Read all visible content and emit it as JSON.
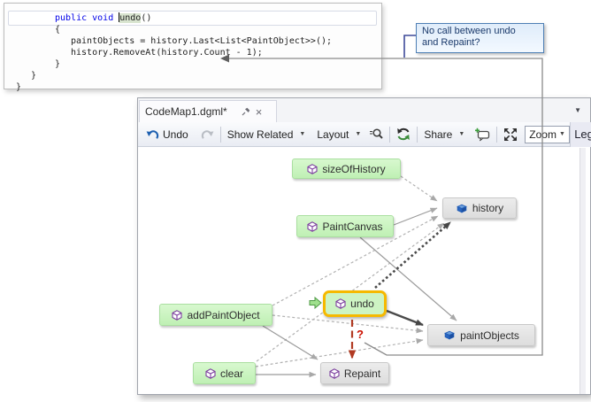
{
  "code_window": {
    "line1_keyword": "public void ",
    "line1_name": "undo",
    "line1_suffix": "()",
    "line2": "{",
    "line3": "paintObjects = history.Last<List<PaintObject>>();",
    "line4": "history.RemoveAt(history.Count - 1);",
    "line5": "}",
    "line6": "}",
    "line7": "}"
  },
  "callout": {
    "lines": [
      "No call between undo",
      "and Repaint?"
    ]
  },
  "map_window": {
    "tab_title": "CodeMap1.dgml*",
    "toolbar": {
      "undo_label": "Undo",
      "show_related_label": "Show Related",
      "layout_label": "Layout",
      "share_label": "Share",
      "zoom_label": "Zoom",
      "legend_label": "Legend"
    },
    "annotation_question_mark": "?",
    "nodes": [
      {
        "id": "sizeOfHistory",
        "label": "sizeOfHistory",
        "kind": "method",
        "style": "green"
      },
      {
        "id": "history",
        "label": "history",
        "kind": "field",
        "style": "gray"
      },
      {
        "id": "PaintCanvas",
        "label": "PaintCanvas",
        "kind": "method",
        "style": "green"
      },
      {
        "id": "undo",
        "label": "undo",
        "kind": "method",
        "style": "green-selected-orange"
      },
      {
        "id": "addPaintObject",
        "label": "addPaintObject",
        "kind": "method",
        "style": "green"
      },
      {
        "id": "paintObjects",
        "label": "paintObjects",
        "kind": "field",
        "style": "gray"
      },
      {
        "id": "clear",
        "label": "clear",
        "kind": "method",
        "style": "green"
      },
      {
        "id": "Repaint",
        "label": "Repaint",
        "kind": "method",
        "style": "gray"
      }
    ],
    "edges": [
      {
        "from": "sizeOfHistory",
        "to": "history",
        "style": "dashed"
      },
      {
        "from": "PaintCanvas",
        "to": "history",
        "style": "solid"
      },
      {
        "from": "PaintCanvas",
        "to": "paintObjects",
        "style": "solid"
      },
      {
        "from": "addPaintObject",
        "to": "history",
        "style": "dashed"
      },
      {
        "from": "addPaintObject",
        "to": "paintObjects",
        "style": "dashed"
      },
      {
        "from": "addPaintObject",
        "to": "Repaint",
        "style": "solid"
      },
      {
        "from": "clear",
        "to": "history",
        "style": "dashed"
      },
      {
        "from": "clear",
        "to": "paintObjects",
        "style": "dashed"
      },
      {
        "from": "clear",
        "to": "Repaint",
        "style": "solid"
      },
      {
        "from": "undo",
        "to": "history",
        "style": "bold-dotted"
      },
      {
        "from": "undo",
        "to": "paintObjects",
        "style": "bold-solid"
      },
      {
        "from": "undo",
        "to": "Repaint",
        "style": "red-dashed-flagged"
      }
    ]
  },
  "colors": {
    "keyword_blue": "#0000e8",
    "node_green": "#c9f3c0",
    "node_gray": "#e4e4e4",
    "selection_orange": "#f6b900",
    "question_red": "#cc1100",
    "callout_border": "#4e7fb5",
    "callout_text": "#1b3a6b",
    "leader_gray": "#8a8a8a"
  }
}
